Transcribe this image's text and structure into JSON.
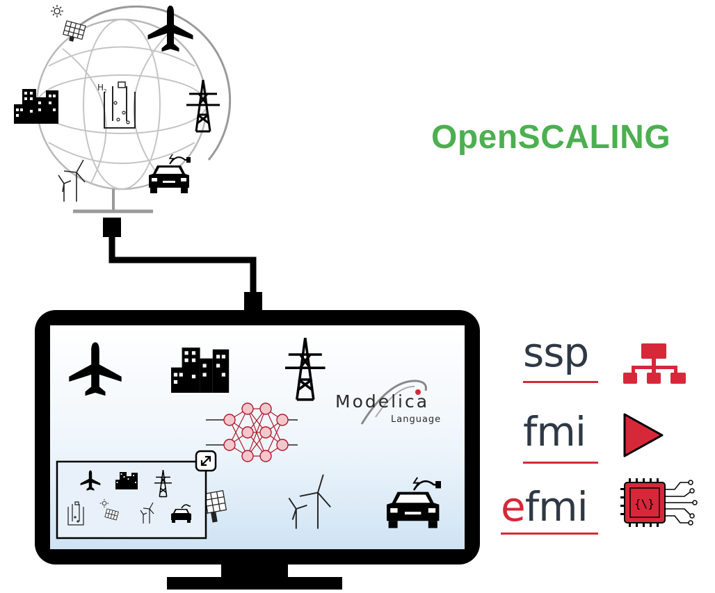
{
  "title": "OpenSCALING",
  "colors": {
    "title_green": "#4caf50",
    "standard_red": "#d62839",
    "standard_dark": "#2f3945",
    "monitor_black": "#000000",
    "screen_gradient_bottom": "#cfe3f4",
    "network_node_fill": "#f4c7cc",
    "network_node_stroke": "#b0162a"
  },
  "modelica_logo": {
    "name": "Modelica",
    "subtitle": "Language"
  },
  "standards": [
    {
      "label": "ssp",
      "accent": "",
      "icon": "hierarchy-icon"
    },
    {
      "label": "fmi",
      "accent": "",
      "icon": "play-icon"
    },
    {
      "label": "fmi",
      "accent": "e",
      "icon": "chip-icon"
    }
  ],
  "globe_icons": [
    "sun-icon",
    "solar-panel-icon",
    "airplane-icon",
    "buildings-icon",
    "hydrogen-electrolyzer-icon",
    "power-pylon-icon",
    "wind-turbine-icon",
    "electric-car-icon"
  ],
  "screen_icons": [
    "airplane-icon",
    "buildings-icon",
    "power-pylon-icon",
    "neural-network-icon",
    "solar-panel-icon",
    "wind-turbine-icon",
    "electric-car-icon",
    "expand-icon"
  ],
  "inset_icons": [
    "airplane-icon",
    "buildings-icon",
    "power-pylon-icon",
    "hydrogen-electrolyzer-icon",
    "sun-icon",
    "solar-panel-icon",
    "wind-turbine-icon",
    "electric-car-icon"
  ]
}
